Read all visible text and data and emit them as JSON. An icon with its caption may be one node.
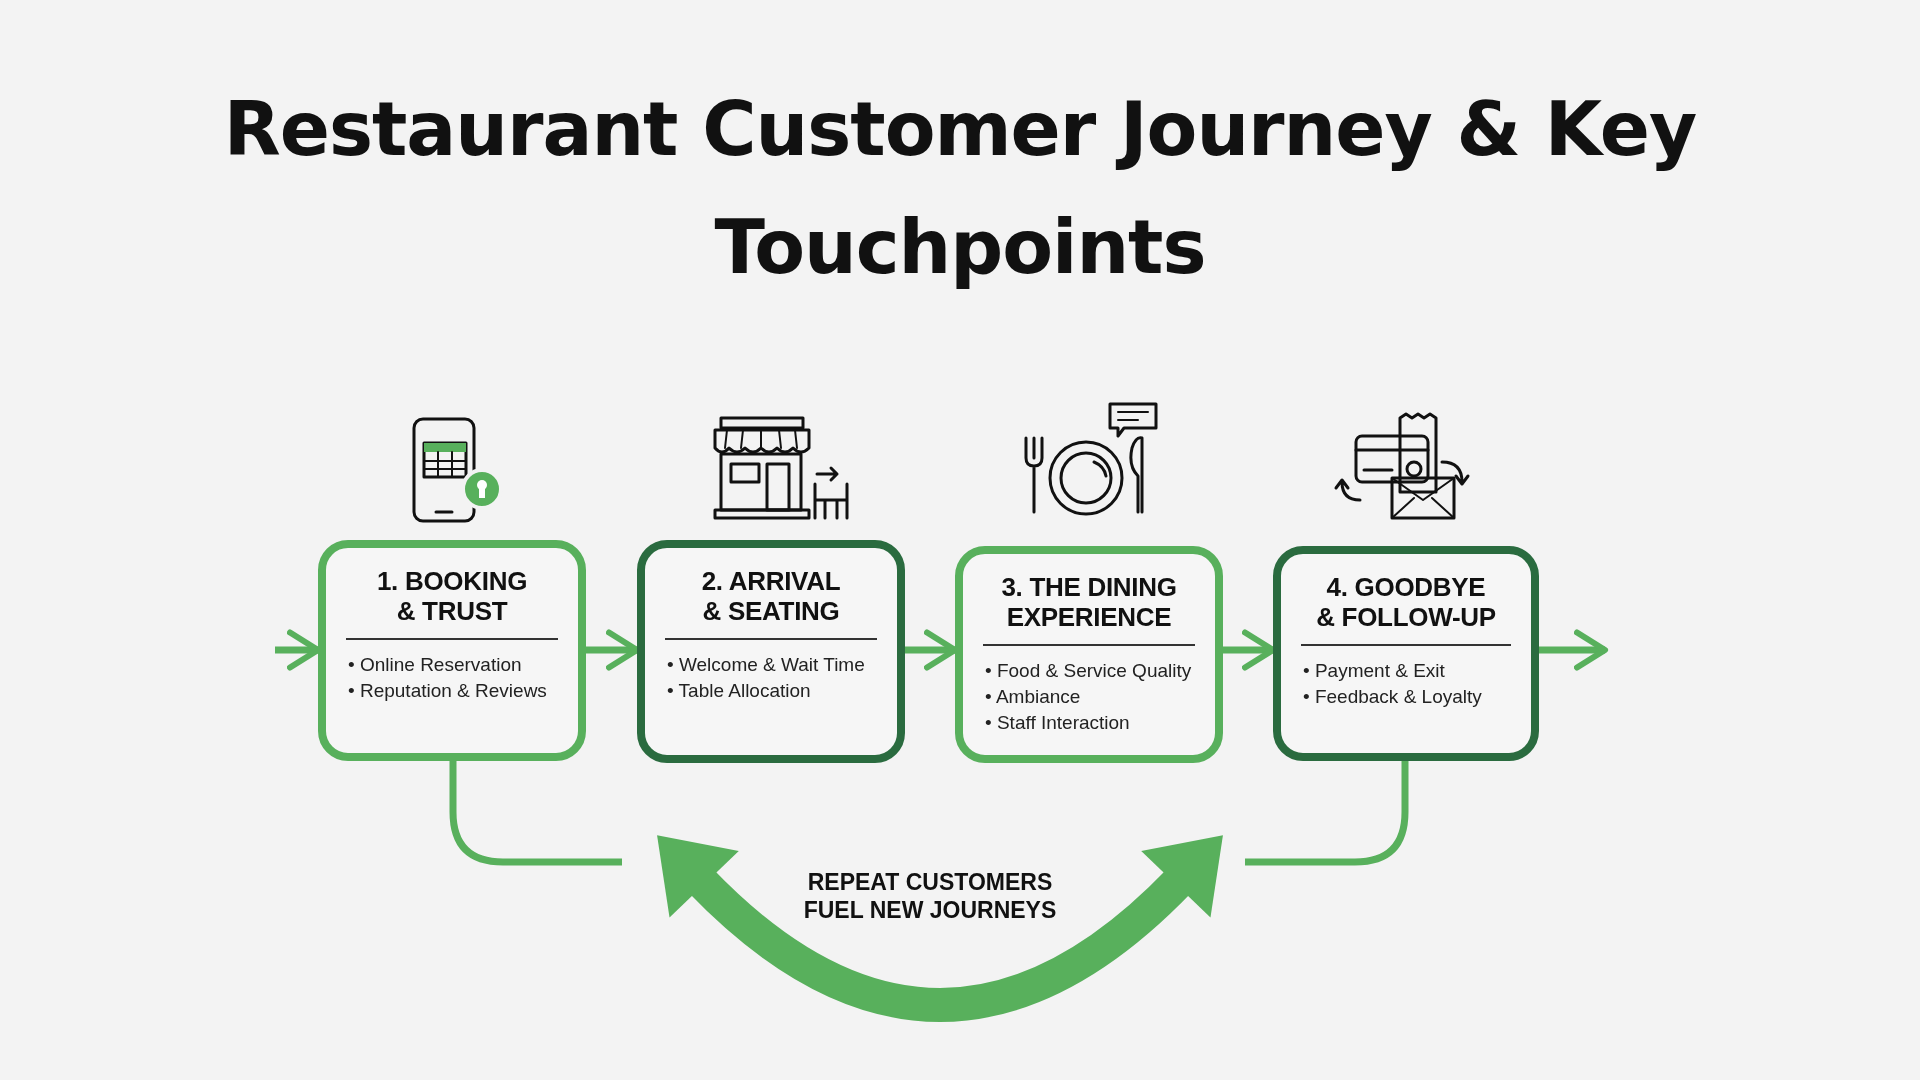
{
  "diagram": {
    "title": "Restaurant Customer Journey & Key Touchpoints",
    "nodes": [
      {
        "text": [
          "1. BOOKING & TRUST",
          "• Online Reservation",
          "• Reputation & Reviews"
        ]
      },
      {
        "text": [
          "2. ARRIVAL & SEATING",
          "• Welcome & Wait Time",
          "• Table Allocation"
        ]
      },
      {
        "text": [
          "3. THE DINING EXPERIENCE",
          "• Food & Service Quality",
          "• Ambiance",
          "• Staff Interaction"
        ]
      },
      {
        "text": [
          "4. GOODBYE & FOLLOW-UP",
          "• Payment & Exit",
          "• Feedback & Loyalty"
        ]
      }
    ],
    "edges": [
      {
        "from": null,
        "to": 0,
        "arrow": "to"
      },
      {
        "from": 0,
        "to": 1,
        "arrow": "to"
      },
      {
        "from": 1,
        "to": 2,
        "arrow": "to"
      },
      {
        "from": 2,
        "to": 3,
        "arrow": "to"
      },
      {
        "from": 3,
        "to": null,
        "arrow": "to"
      },
      {
        "from": 0,
        "to": null,
        "arrow": "none"
      },
      {
        "from": 3,
        "to": null,
        "arrow": "none"
      }
    ],
    "labels": [
      "REPEAT CUSTOMERS FUEL NEW JOURNEYS"
    ]
  }
}
